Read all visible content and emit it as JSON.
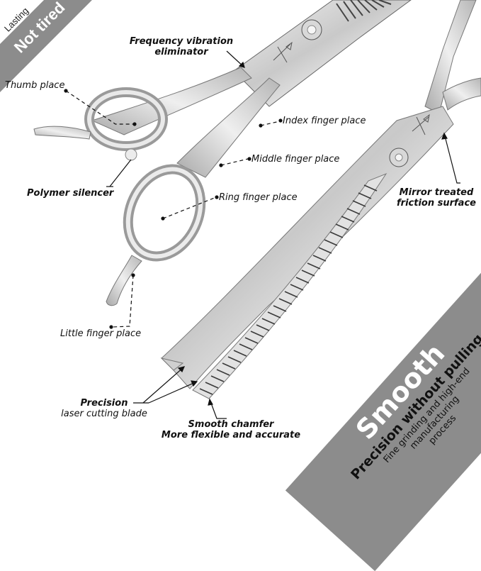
{
  "corner_badge": {
    "small_text": "Lasting",
    "main_text": "Not tired",
    "band_color": "#8c8c8c"
  },
  "callouts": {
    "frequency_vibration": "Frequency vibration",
    "frequency_vibration_line2": "eliminator",
    "thumb_place": "Thumb place",
    "index_finger_place": "Index finger place",
    "middle_finger_place": "Middle finger place",
    "ring_finger_place": "Ring finger place",
    "polymer_silencer": "Polymer silencer",
    "mirror_treated": "Mirror treated",
    "mirror_treated_line2": "friction surface",
    "little_finger_place": "Little finger place",
    "precision_blade": "Precision",
    "precision_blade_line2": "laser cutting blade",
    "smooth_chamfer": "Smooth chamfer",
    "smooth_chamfer_line2": "More flexible and accurate"
  },
  "feature_band": {
    "title": "Smooth",
    "subtitle": "Precision without pulling",
    "description_line1": "Fine grinding and high-end",
    "description_line2": "manufacturing",
    "description_line3": "process",
    "band_color": "#8c8c8c"
  },
  "colors": {
    "steel_light": "#e6e6e6",
    "steel_mid": "#b8b8b8",
    "steel_dark": "#7a7a7a",
    "text": "#111111"
  }
}
